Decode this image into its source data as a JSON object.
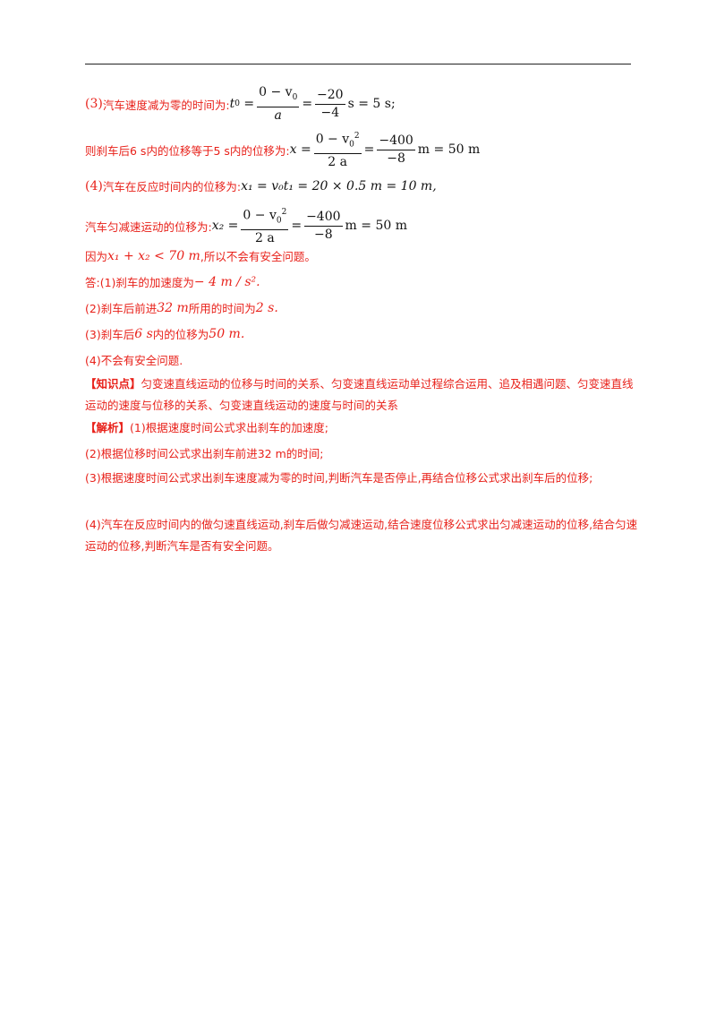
{
  "l1": {
    "prefix": "(3)",
    "text": "汽车速度减为零的时间为:",
    "eq_lhs": "t",
    "sub0": "0",
    "num1": "0 − v",
    "den1": "a",
    "num2": "−20",
    "den2": "−4",
    "result": "s = 5 s;"
  },
  "l2": {
    "text": "则刹车后6 s内的位移等于5 s内的位移为:",
    "lhs": "x",
    "num1": "0 − v",
    "den1": "2 a",
    "num2": "−400",
    "den2": "−8",
    "result": "m = 50 m"
  },
  "l3": {
    "prefix": "(4)",
    "text": "汽车在反应时间内的位移为:",
    "expr": "x₁ = v₀t₁ = 20 × 0.5 m = 10 m,"
  },
  "l4": {
    "text": "汽车匀减速运动的位移为:",
    "lhs": "x₂ =",
    "num1": "0 − v",
    "den1": "2 a",
    "num2": "−400",
    "den2": "−8",
    "result": "m = 50 m"
  },
  "l5": {
    "a": "因为",
    "b": "x₁ + x₂ < 70 m",
    "c": ",所以不会有安全问题。"
  },
  "a1": {
    "a": "答:(1)刹车的加速度为",
    "b": "− 4 m / s²."
  },
  "a2": {
    "a": "(2)刹车后前进",
    "b": "32 m",
    "c": "所用的时间为",
    "d": "2 s."
  },
  "a3": {
    "a": "(3)刹车后",
    "b": "6 s",
    "c": "内的位移为",
    "d": "50 m."
  },
  "a4": {
    "a": "(4)不会有安全问题."
  },
  "k": {
    "tag": "【知识点】",
    "text": "匀变速直线运动的位移与时间的关系、匀变速直线运动单过程综合运用、追及相遇问题、匀变速直线运动的速度与位移的关系、匀变速直线运动的速度与时间的关系"
  },
  "j": {
    "tag": "【解析】",
    "p1": "(1)根据速度时间公式求出刹车的加速度;",
    "p2": "(2)根据位移时间公式求出刹车前进32 m的时间;",
    "p3": "(3)根据速度时间公式求出刹车速度减为零的时间,判断汽车是否停止,再结合位移公式求出刹车后的位移;",
    "p4": "(4)汽车在反应时间内的做匀速直线运动,刹车后做匀减速运动,结合速度位移公式求出匀减速运动的位移,结合匀速运动的位移,判断汽车是否有安全问题。"
  }
}
